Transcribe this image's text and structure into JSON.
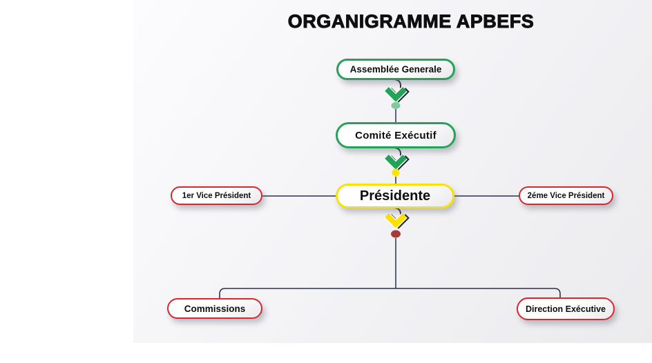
{
  "title": "ORGANIGRAMME APBEFS",
  "nodes": {
    "assemblee": {
      "label": "Assemblée Generale",
      "border_color": "#22a358"
    },
    "comite": {
      "label": "Comité Exécutif",
      "border_color": "#22a358"
    },
    "presidente": {
      "label": "Présidente",
      "border_color": "#f6e400"
    },
    "vice1": {
      "label": "1er Vice Président",
      "border_color": "#d6272e"
    },
    "vice2": {
      "label": "2éme Vice Président",
      "border_color": "#d6272e"
    },
    "commissions": {
      "label": "Commissions",
      "border_color": "#d6272e"
    },
    "direction": {
      "label": "Direction Exécutive",
      "border_color": "#d6272e"
    }
  },
  "icons": {
    "arrow_assemblee_to_comite": "green-down-chevron",
    "arrow_comite_to_presidente": "green-down-chevron",
    "arrow_presidente_down": "yellow-down-chevron"
  },
  "colors": {
    "green": "#22a358",
    "yellow": "#ffe100",
    "red": "#d6272e",
    "dot_green": "#82c9a0",
    "dot_yellow": "#ffe400",
    "dot_dark_red": "#a53a3a",
    "connector_line": "#2b2f4c",
    "chevron_shadow": "#1e2737",
    "panel_background": "#f1f1f4",
    "title_text": "#0f0f0f"
  }
}
